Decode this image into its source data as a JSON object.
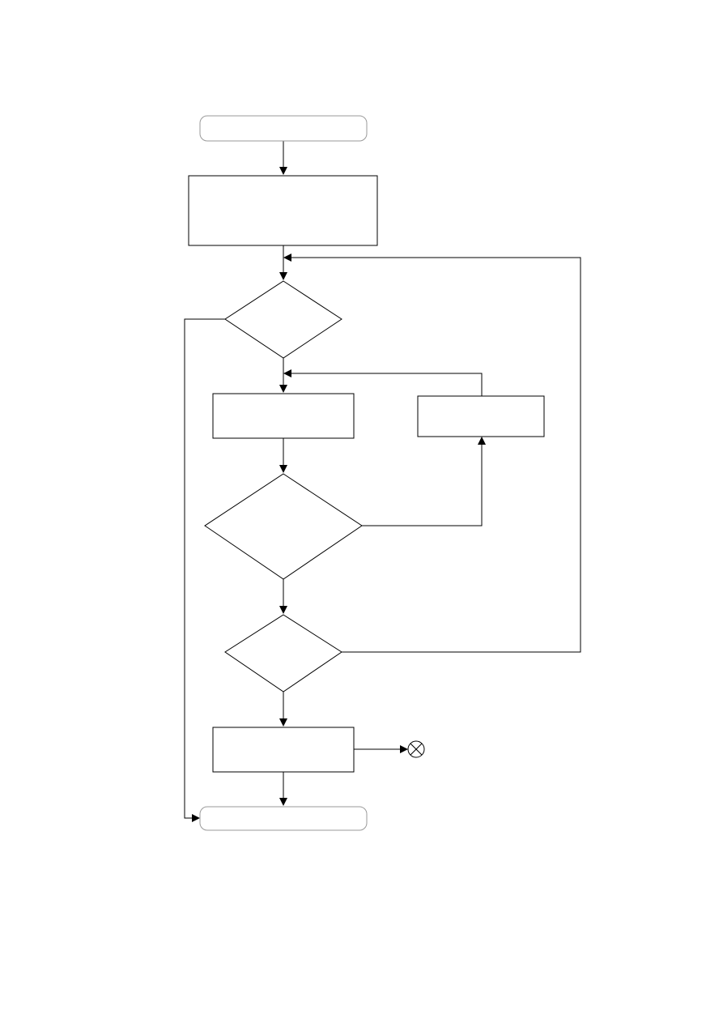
{
  "diagram": {
    "nodes": [
      {
        "id": "start",
        "shape": "terminator",
        "label": ""
      },
      {
        "id": "process1",
        "shape": "process",
        "label": ""
      },
      {
        "id": "decision1",
        "shape": "decision",
        "label": ""
      },
      {
        "id": "process2",
        "shape": "process",
        "label": ""
      },
      {
        "id": "process3",
        "shape": "process",
        "label": ""
      },
      {
        "id": "decision2",
        "shape": "decision",
        "label": ""
      },
      {
        "id": "decision3",
        "shape": "decision",
        "label": ""
      },
      {
        "id": "process4",
        "shape": "process",
        "label": ""
      },
      {
        "id": "offpage-connector",
        "shape": "crossed-circle",
        "label": ""
      },
      {
        "id": "end",
        "shape": "terminator",
        "label": ""
      }
    ],
    "edges": [
      {
        "from": "start",
        "to": "process1"
      },
      {
        "from": "process1",
        "to": "decision1"
      },
      {
        "from": "decision1",
        "to": "process2"
      },
      {
        "from": "decision1",
        "to": "end"
      },
      {
        "from": "process2",
        "to": "decision2"
      },
      {
        "from": "decision2",
        "to": "process3"
      },
      {
        "from": "process3",
        "to": "process2"
      },
      {
        "from": "decision2",
        "to": "decision3"
      },
      {
        "from": "decision3",
        "to": "decision1"
      },
      {
        "from": "decision3",
        "to": "process4"
      },
      {
        "from": "process4",
        "to": "offpage-connector"
      },
      {
        "from": "process4",
        "to": "end"
      }
    ],
    "colors": {
      "stroke": "#000000",
      "terminator_stroke": "#9a9a9a",
      "fill": "#ffffff"
    }
  }
}
